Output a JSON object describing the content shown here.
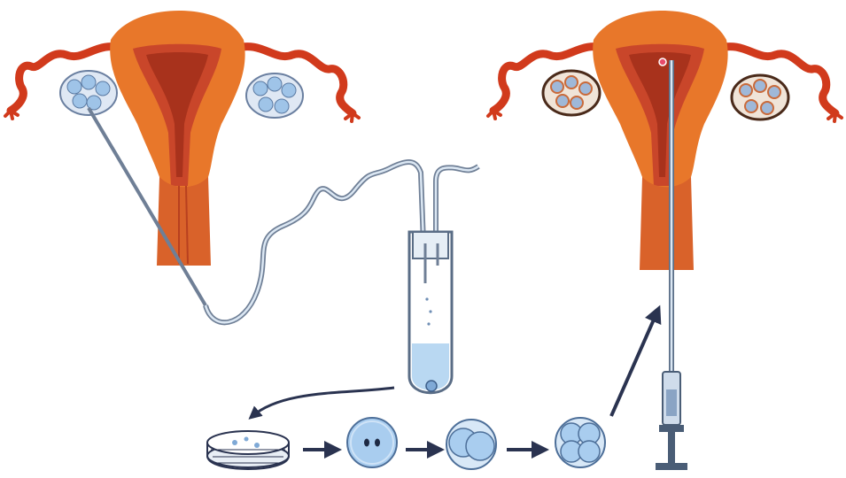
{
  "title": "",
  "steps": [
    {
      "id": "egg-retrieval",
      "icon": "uterus-with-needle-icon"
    },
    {
      "id": "collection-tube",
      "icon": "test-tube-icon"
    },
    {
      "id": "petri-dish",
      "icon": "petri-dish-icon"
    },
    {
      "id": "fertilized-egg",
      "icon": "two-pronuclei-cell-icon"
    },
    {
      "id": "two-cell-embryo",
      "icon": "two-cell-embryo-icon"
    },
    {
      "id": "four-cell-embryo",
      "icon": "four-cell-embryo-icon"
    },
    {
      "id": "embryo-transfer",
      "icon": "uterus-with-catheter-icon"
    }
  ],
  "colors": {
    "uterus_outer": "#e8772a",
    "uterus_inner": "#c9462a",
    "uterus_dark": "#a8321c",
    "tube_red": "#d13a1c",
    "ovary_fill": "#dfe8f4",
    "follicle": "#9fc4e8",
    "cell_blue": "#a9cdef",
    "line_gray": "#5a6d86",
    "fluid": "#b9d8f2",
    "arrow": "#2a3350"
  }
}
